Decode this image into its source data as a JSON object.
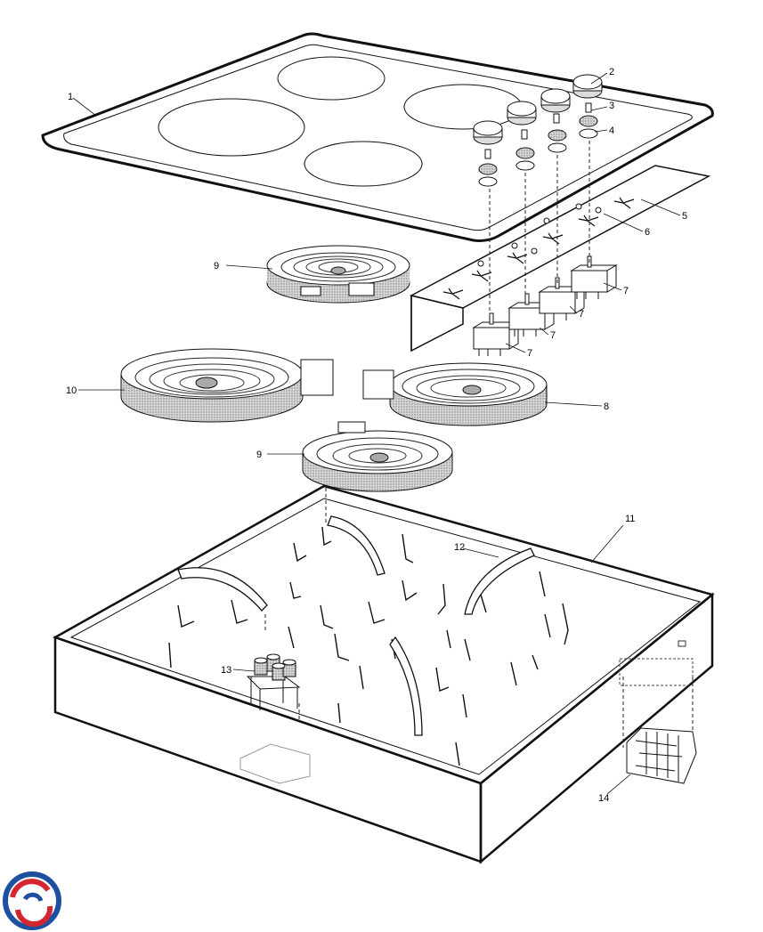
{
  "diagram": {
    "callouts": [
      "1",
      "2",
      "3",
      "4",
      "5",
      "6",
      "7",
      "7",
      "7",
      "7",
      "8",
      "9",
      "9",
      "10",
      "11",
      "12",
      "13",
      "14"
    ]
  },
  "colors": {
    "line": "#111111",
    "hatch": "#9a9a9a",
    "logo_blue": "#1f4fa0",
    "logo_red": "#d32630"
  },
  "icons": {
    "logo": "brand-swirl-logo"
  }
}
